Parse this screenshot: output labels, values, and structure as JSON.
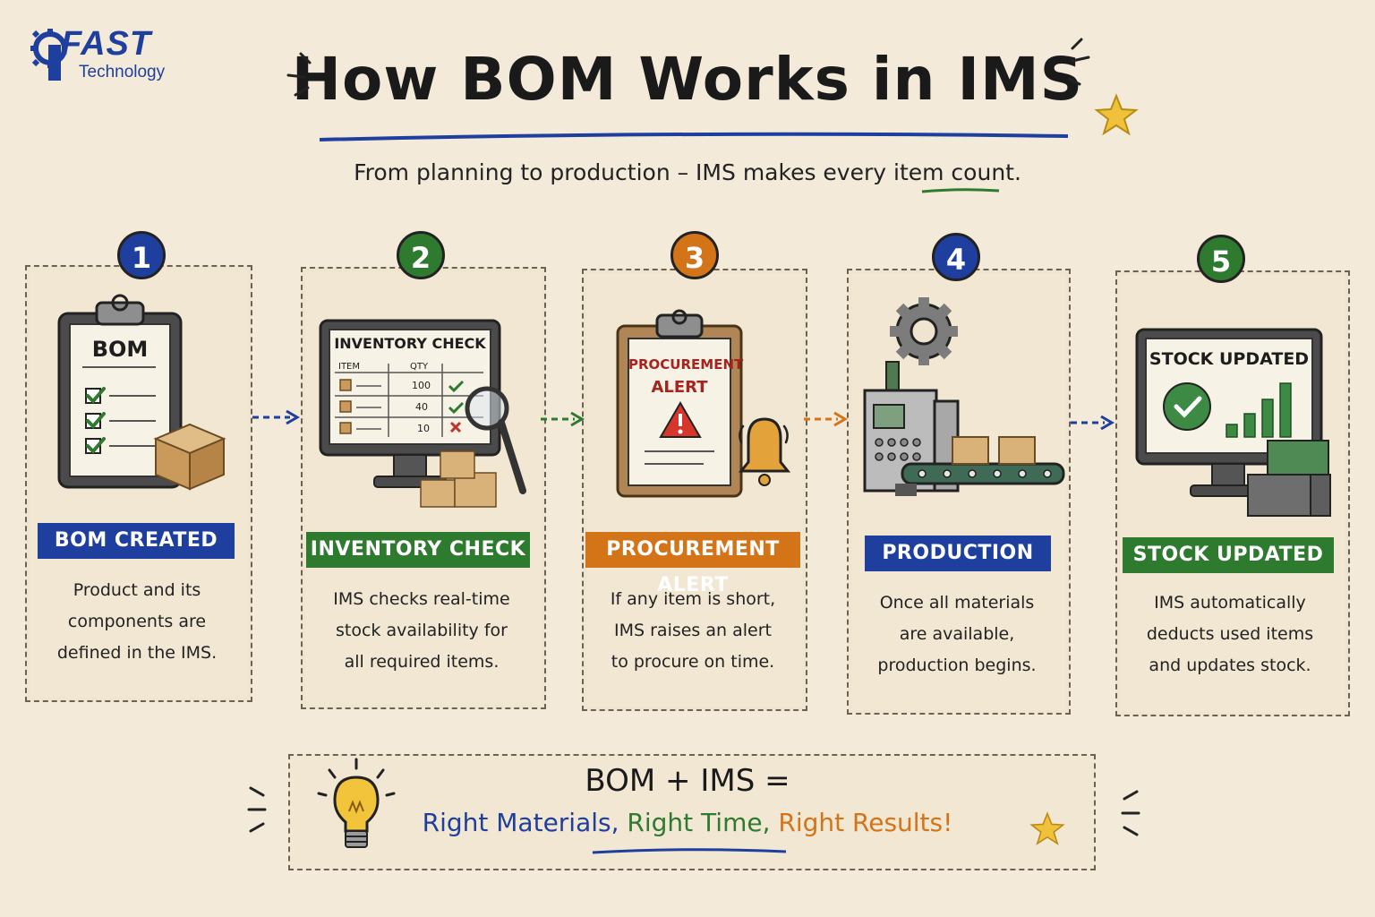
{
  "logo": {
    "brand": "FAST",
    "sub": "Technology"
  },
  "title": "How BOM Works in IMS",
  "subtitle": "From planning to production – IMS makes every item count.",
  "colors": {
    "blue": "#1f3f9e",
    "green": "#2e7a2e",
    "orange": "#d47419",
    "paper": "#f3ead9"
  },
  "steps": [
    {
      "num": "1",
      "label": "BOM CREATED",
      "desc": [
        "Product and its",
        "components are",
        "defined in the IMS."
      ],
      "icon": "clipboard-bom-icon",
      "art": {
        "heading": "BOM"
      }
    },
    {
      "num": "2",
      "label": "INVENTORY CHECK",
      "desc": [
        "IMS checks real-time",
        "stock availability for",
        "all required items."
      ],
      "icon": "monitor-inventory-icon",
      "art": {
        "heading": "INVENTORY CHECK",
        "col_item": "ITEM",
        "col_qty": "QTY",
        "qty": [
          "100",
          "40",
          "10"
        ]
      }
    },
    {
      "num": "3",
      "label": "PROCUREMENT ALERT",
      "desc": [
        "If any item is short,",
        "IMS raises an alert",
        "to procure on time."
      ],
      "icon": "clipboard-alert-icon",
      "art": {
        "heading1": "PROCUREMENT",
        "heading2": "ALERT"
      }
    },
    {
      "num": "4",
      "label": "PRODUCTION",
      "desc": [
        "Once all materials",
        "are available,",
        "production begins."
      ],
      "icon": "machine-conveyor-icon"
    },
    {
      "num": "5",
      "label": "STOCK UPDATED",
      "desc": [
        "IMS automatically",
        "deducts used items",
        "and updates stock."
      ],
      "icon": "monitor-stock-icon",
      "art": {
        "heading": "STOCK UPDATED"
      }
    }
  ],
  "bottom": {
    "equation": "BOM + IMS =",
    "r1": "Right Materials,",
    "r2": "Right Time,",
    "r3": "Right Results!"
  }
}
